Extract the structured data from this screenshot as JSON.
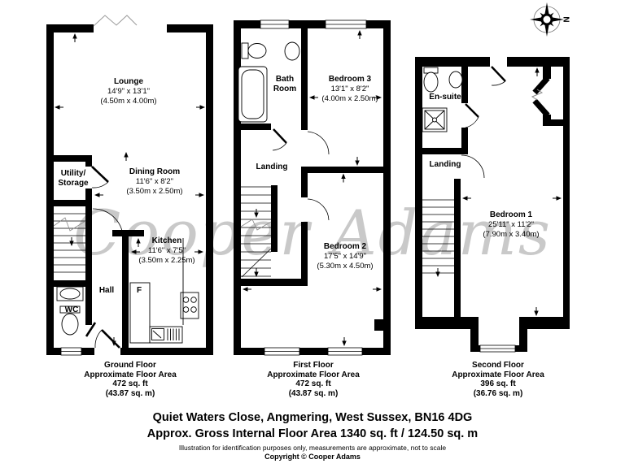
{
  "watermark": "Cooper Adams",
  "compass": {
    "north_label": "N"
  },
  "floors": [
    {
      "id": "ground",
      "rooms": {
        "lounge": {
          "name": "Lounge",
          "d1": "14'9\" x 13'1\"",
          "d2": "(4.50m x 4.00m)"
        },
        "dining": {
          "name": "Dining Room",
          "d1": "11'6\" x 8'2\"",
          "d2": "(3.50m x 2.50m)"
        },
        "utility": {
          "line1": "Utility/",
          "line2": "Storage"
        },
        "kitchen": {
          "name": "Kitchen",
          "d1": "11'6\" x 7'5\"",
          "d2": "(3.50m x 2.25m)"
        },
        "hall": {
          "name": "Hall"
        },
        "fridge": {
          "name": "F"
        },
        "wc": {
          "name": "WC"
        }
      },
      "caption": {
        "line1": "Ground Floor",
        "line2": "Approximate Floor Area",
        "line3": "472 sq. ft",
        "line4": "(43.87 sq. m)"
      }
    },
    {
      "id": "first",
      "rooms": {
        "bathroom": {
          "line1": "Bath",
          "line2": "Room"
        },
        "bedroom3": {
          "name": "Bedroom 3",
          "d1": "13'1\" x 8'2\"",
          "d2": "(4.00m x 2.50m)"
        },
        "landing": {
          "name": "Landing"
        },
        "bedroom2": {
          "name": "Bedroom 2",
          "d1": "17'5\" x 14'9\"",
          "d2": "(5.30m x 4.50m)"
        }
      },
      "caption": {
        "line1": "First Floor",
        "line2": "Approximate Floor Area",
        "line3": "472 sq. ft",
        "line4": "(43.87 sq. m)"
      }
    },
    {
      "id": "second",
      "rooms": {
        "ensuite": {
          "name": "En-suite"
        },
        "landing": {
          "name": "Landing"
        },
        "bedroom1": {
          "name": "Bedroom 1",
          "d1": "25'11\" x 11'2\"",
          "d2": "(7.90m x 3.40m)"
        }
      },
      "caption": {
        "line1": "Second Floor",
        "line2": "Approximate Floor Area",
        "line3": "396 sq. ft",
        "line4": "(36.76 sq. m)"
      }
    }
  ],
  "footer": {
    "address": "Quiet Waters Close, Angmering, West Sussex, BN16 4DG",
    "area_line": "Approx. Gross Internal Floor Area 1340 sq. ft / 124.50 sq. m",
    "disclaimer": "Illustration for identification purposes only, measurements are approximate, not to scale",
    "copyright": "Copyright © Cooper Adams"
  }
}
